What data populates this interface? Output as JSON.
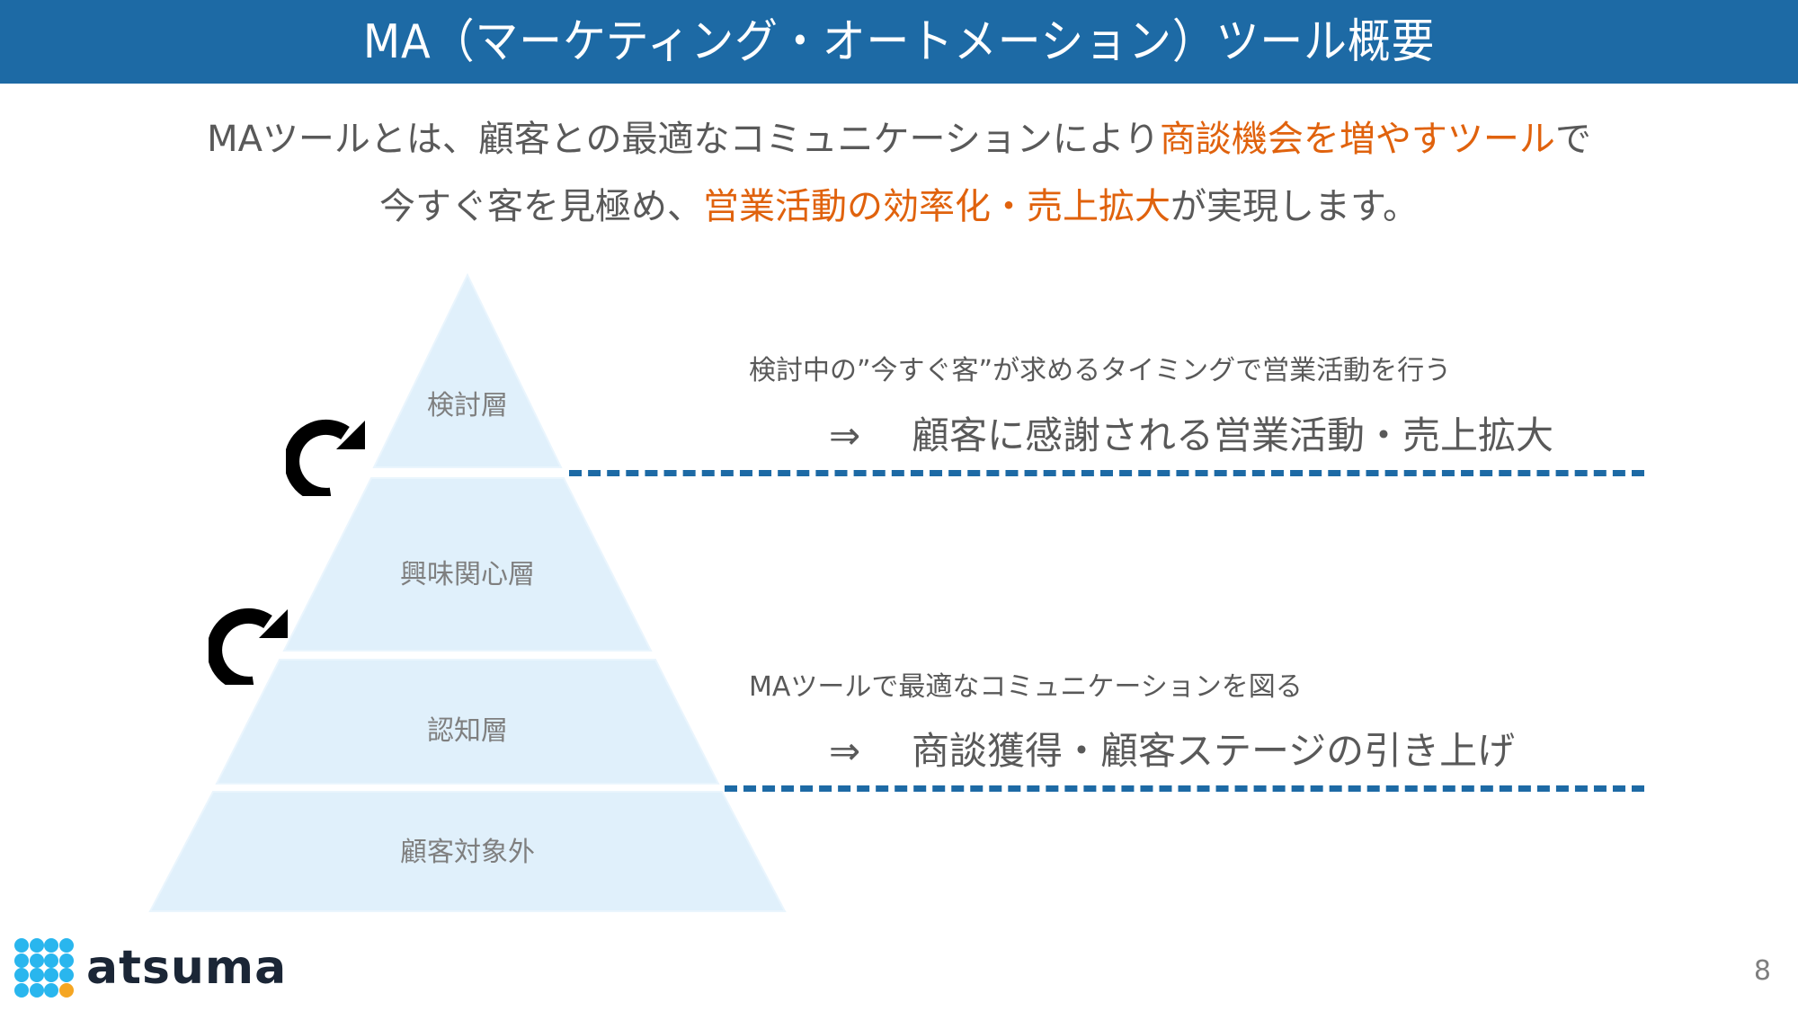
{
  "header": {
    "title": "MA（マーケティング・オートメーション）ツール概要"
  },
  "lead": {
    "line1": {
      "before": "MAツールとは、顧客との最適なコミュニケーションにより",
      "highlight": "商談機会を増やすツール",
      "after": "で"
    },
    "line2": {
      "before": "今すぐ客を見極め、",
      "highlight": "営業活動の効率化・売上拡大",
      "after": "が実現します。"
    }
  },
  "pyramid": {
    "layers": [
      {
        "label": "検討層"
      },
      {
        "label": "興味関心層"
      },
      {
        "label": "認知層"
      },
      {
        "label": "顧客対象外"
      }
    ]
  },
  "notes": [
    {
      "description": "検討中の”今すぐ客”が求めるタイミングで営業活動を行う",
      "arrow": "⇒",
      "result": "顧客に感謝される営業活動・売上拡大"
    },
    {
      "description": "MAツールで最適なコミュニケーションを図る",
      "arrow": "⇒",
      "result": "商談獲得・顧客ステージの引き上げ"
    }
  ],
  "icons": {
    "cycle": "clockwise-circular-arrow"
  },
  "colors": {
    "header": "#1D6AA5",
    "highlight": "#E0620D",
    "body_text": "#595959",
    "pyramid_fill": "#E0F0FB",
    "dash": "#1D6AA5",
    "logo_dot": "#29B6EE",
    "logo_accent": "#F5A623"
  },
  "footer": {
    "brand": "atsuma",
    "page_number": "8"
  }
}
